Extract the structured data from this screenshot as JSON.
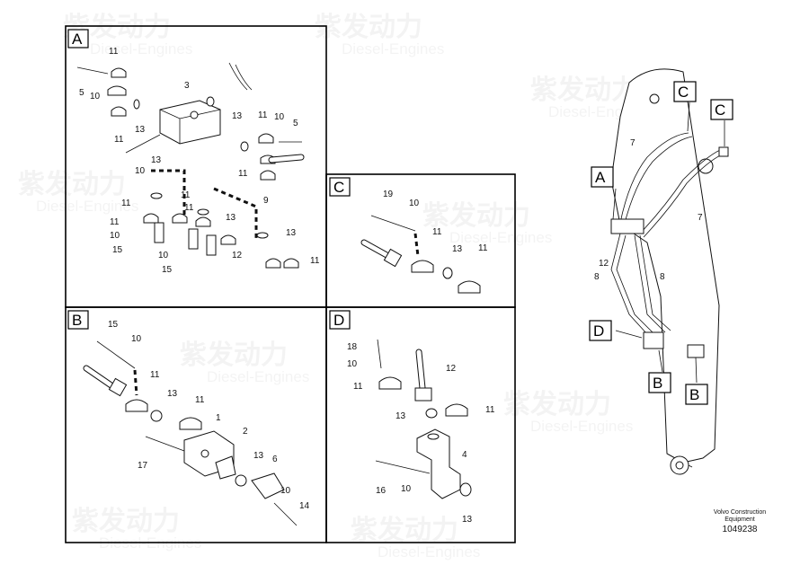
{
  "watermark": {
    "brand_cn": "紫发动力",
    "brand_en": "Diesel-Engines"
  },
  "panels": {
    "A": {
      "letter": "A",
      "labels": [
        "11",
        "5",
        "10",
        "11",
        "3",
        "13",
        "11",
        "10",
        "5",
        "13",
        "11",
        "9",
        "10",
        "13",
        "11",
        "11",
        "13",
        "11",
        "10",
        "15",
        "11",
        "13",
        "10",
        "12",
        "15",
        "11"
      ]
    },
    "B": {
      "letter": "B",
      "labels": [
        "15",
        "10",
        "11",
        "13",
        "11",
        "1",
        "2",
        "17",
        "13",
        "6",
        "10",
        "14"
      ]
    },
    "C": {
      "letter": "C",
      "labels": [
        "19",
        "10",
        "11",
        "13",
        "11"
      ]
    },
    "D": {
      "letter": "D",
      "labels": [
        "18",
        "10",
        "11",
        "12",
        "13",
        "11",
        "4",
        "16",
        "10",
        "13"
      ]
    }
  },
  "overview": {
    "callouts": [
      "C",
      "C",
      "A",
      "D",
      "B",
      "B"
    ],
    "labels": [
      "7",
      "7",
      "12",
      "8",
      "8"
    ]
  },
  "footer": {
    "company_line1": "Volvo Construction",
    "company_line2": "Equipment",
    "document_number": "1049238"
  }
}
